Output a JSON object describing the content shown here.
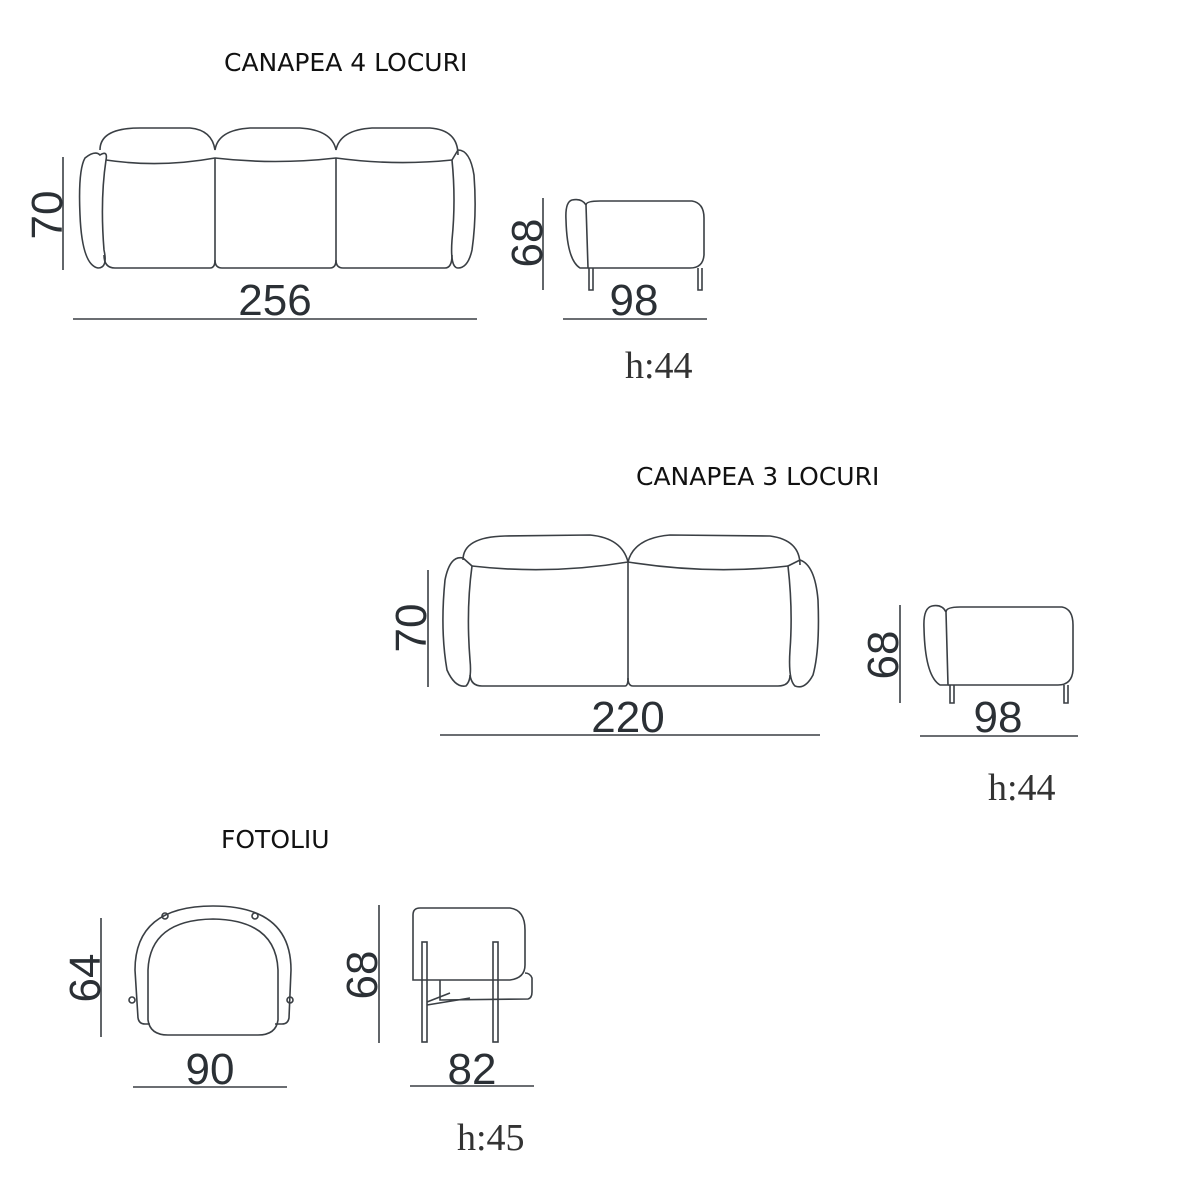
{
  "sections": [
    {
      "title": "CANAPEA 4 LOCURI",
      "front": {
        "height": "70",
        "width": "256"
      },
      "side": {
        "height": "68",
        "depth": "98",
        "seat_height": "h:44"
      }
    },
    {
      "title": "CANAPEA 3 LOCURI",
      "front": {
        "height": "70",
        "width": "220"
      },
      "side": {
        "height": "68",
        "depth": "98",
        "seat_height": "h:44"
      }
    },
    {
      "title": "FOTOLIU",
      "front": {
        "height": "64",
        "width": "90"
      },
      "side": {
        "height": "68",
        "depth": "82",
        "seat_height": "h:45"
      }
    }
  ],
  "colors": {
    "line": "#3a3f44",
    "text": "#2b3035"
  }
}
